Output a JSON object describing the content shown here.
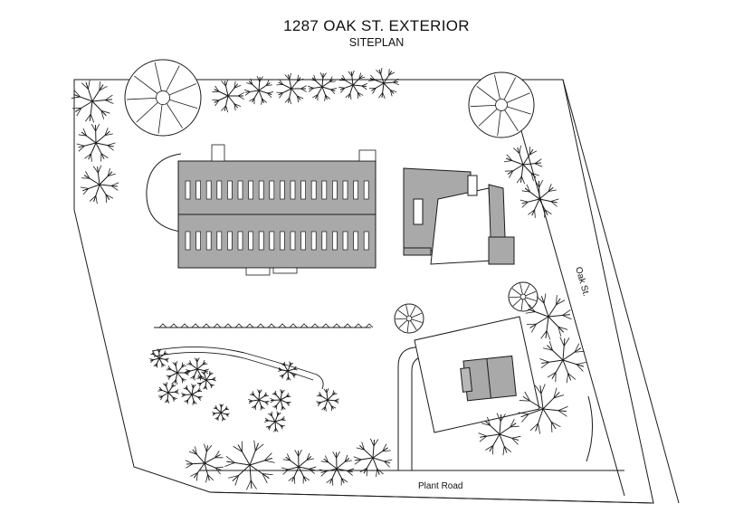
{
  "header": {
    "title": "1287 OAK ST. EXTERIOR",
    "subtitle": "SITEPLAN"
  },
  "labels": {
    "street": "Oak St.",
    "road": "Plant Road"
  },
  "colors": {
    "building_fill": "#a9a9a9",
    "roof_fill": "#b8b8b8",
    "line": "#1a1a1a",
    "background": "#ffffff"
  },
  "icons": {
    "tree": "tree-symbol",
    "broadleaf": "round-tree-symbol",
    "shrub": "shrub-symbol"
  }
}
